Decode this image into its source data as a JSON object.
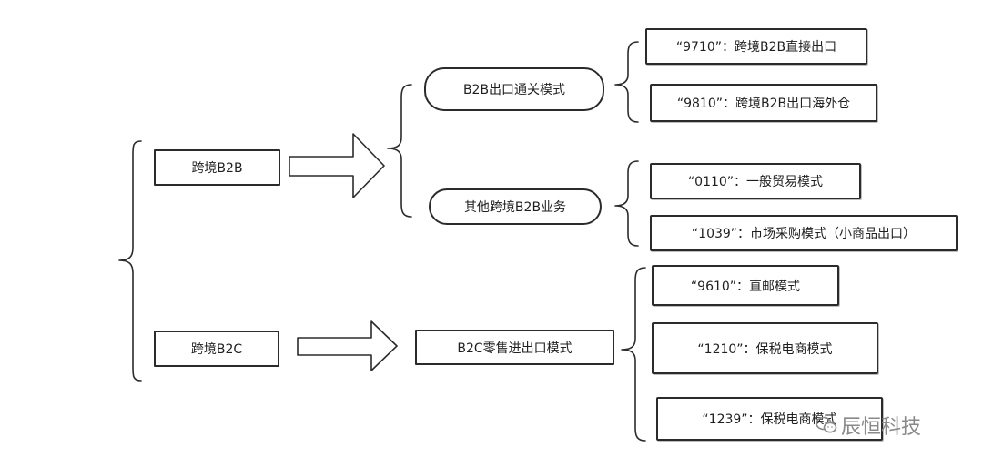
{
  "nodes": {
    "b2b": "跨境B2B",
    "b2c": "跨境B2C",
    "b2b_export_clearance": "B2B出口通关模式",
    "other_b2b": "其他跨境B2B业务",
    "b2c_retail": "B2C零售进出口模式",
    "code_9710": "“9710”：跨境B2B直接出口",
    "code_9810": "“9810”：跨境B2B出口海外仓",
    "code_0110": "“0110”：一般贸易模式",
    "code_1039": "“1039”：市场采购模式（小商品出口）",
    "code_9610": "“9610”：直邮模式",
    "code_1210": "“1210”：保税电商模式",
    "code_1239": "“1239”：保税电商模式"
  },
  "watermark": {
    "text": "辰恒科技",
    "icon": "wechat-icon"
  }
}
